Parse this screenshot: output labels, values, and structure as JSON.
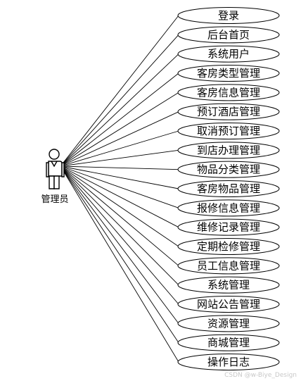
{
  "actor": {
    "label": "管理员"
  },
  "use_cases": [
    "登录",
    "后台首页",
    "系统用户",
    "客房类型管理",
    "客房信息管理",
    "预订酒店管理",
    "取消预订管理",
    "到店办理管理",
    "物品分类管理",
    "客房物品管理",
    "报修信息管理",
    "维修记录管理",
    "定期检修管理",
    "员工信息管理",
    "系统管理",
    "网站公告管理",
    "资源管理",
    "商城管理",
    "操作日志"
  ],
  "watermark": "CSDN @w-Biye_Design",
  "colors": {
    "stroke": "#000000",
    "fill": "#ffffff",
    "watermark": "#c8c8c8"
  }
}
